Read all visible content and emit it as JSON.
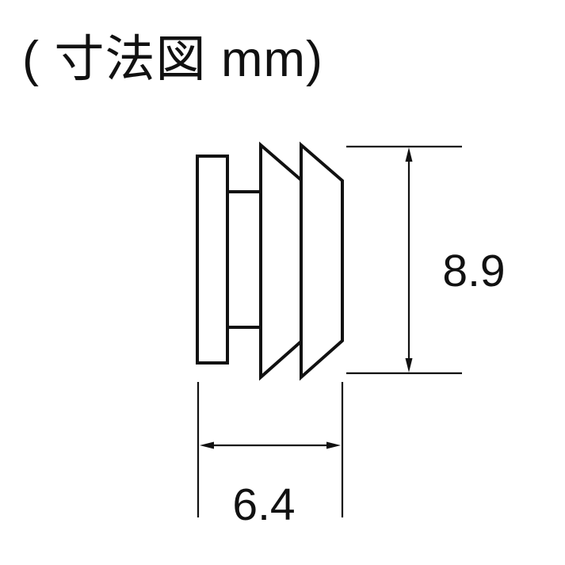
{
  "title": "( 寸法図 mm)",
  "unit": "mm",
  "dimensions": {
    "height": {
      "value": "8.9"
    },
    "width": {
      "value": "6.4"
    }
  },
  "colors": {
    "line": "#111111",
    "fill": "#ffffff",
    "background": "#ffffff"
  }
}
